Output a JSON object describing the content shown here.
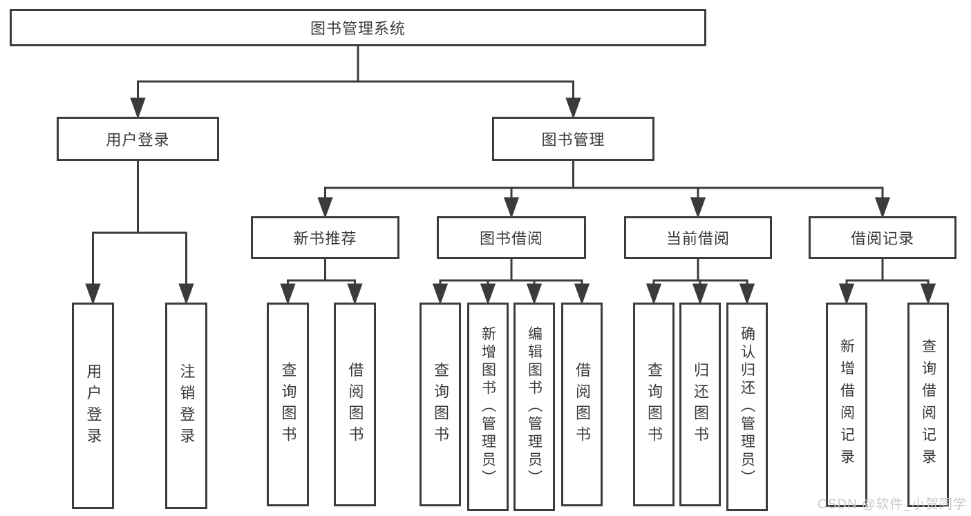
{
  "diagram": {
    "root": "图书管理系统",
    "level1": {
      "user_login": "用户登录",
      "book_management": "图书管理"
    },
    "level2": {
      "new_book_recommend": "新书推荐",
      "book_borrow": "图书借阅",
      "current_borrow": "当前借阅",
      "borrow_records": "借阅记录"
    },
    "leaves": {
      "user_login": "用户登录",
      "logout_login": "注销登录",
      "recommend_query_books": "查询图书",
      "recommend_borrow_books": "借阅图书",
      "borrow_query_books": "查询图书",
      "borrow_add_books_admin": "新增图书（管理员）",
      "borrow_edit_books_admin": "编辑图书（管理员）",
      "borrow_borrow_books": "借阅图书",
      "current_query_books": "查询图书",
      "current_return_books": "归还图书",
      "current_confirm_return_admin": "确认归还（管理员）",
      "records_add_borrow_record": "新增借阅记录",
      "records_query_borrow_record": "查询借阅记录"
    }
  },
  "watermark": "CSDN @软件_小贺同学"
}
